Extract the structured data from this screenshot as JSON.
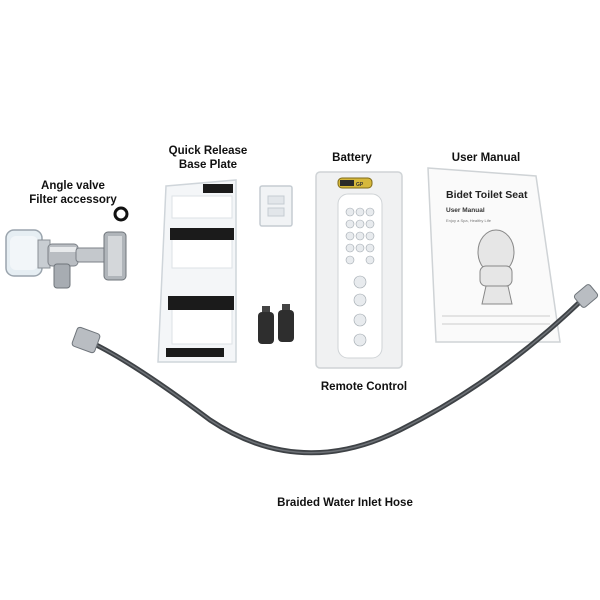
{
  "labels": {
    "angle_valve": [
      "Angle valve",
      "Filter accessory"
    ],
    "base_plate": [
      "Quick Release",
      "Base Plate"
    ],
    "battery": "Battery",
    "user_manual": "User Manual",
    "remote": "Remote Control",
    "hose": "Braided Water Inlet Hose"
  },
  "manual_cover": {
    "title": "Bidet Toilet Seat",
    "subtitle": "User Manual",
    "tagline": "Enjoy a Spa, Healthy Life"
  },
  "battery_brand": "GP",
  "colors": {
    "background": "#ffffff",
    "plate": "#f4f6f8",
    "strip": "#1b1b1b",
    "hose": "#3e4246",
    "chrome": "#b9bdc2"
  }
}
